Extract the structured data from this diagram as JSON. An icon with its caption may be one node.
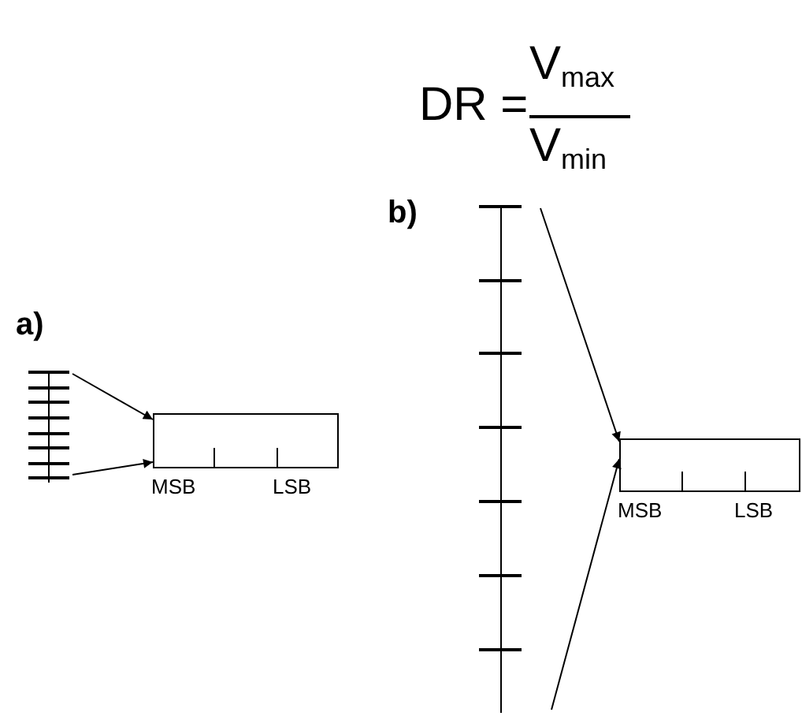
{
  "diagram": {
    "nodes": [
      {
        "text": [],
        "shape": "bar"
      },
      {
        "text": [],
        "shape": "box",
        "beside": [
          "MSB",
          "LSB"
        ]
      },
      {
        "text": [],
        "shape": "bar"
      },
      {
        "text": [],
        "shape": "box",
        "beside": [
          "MSB",
          "LSB"
        ]
      }
    ],
    "edges": [
      {
        "from": 0,
        "to": 1,
        "arrow": "to"
      },
      {
        "from": 0,
        "to": 1,
        "arrow": "to"
      },
      {
        "from": 2,
        "to": 3,
        "arrow": "to"
      },
      {
        "from": 2,
        "to": 3,
        "arrow": "to"
      }
    ],
    "labels": [
      "DR =",
      "V$_{max}$",
      "V$_{min}$",
      "a)",
      "b)"
    ]
  }
}
